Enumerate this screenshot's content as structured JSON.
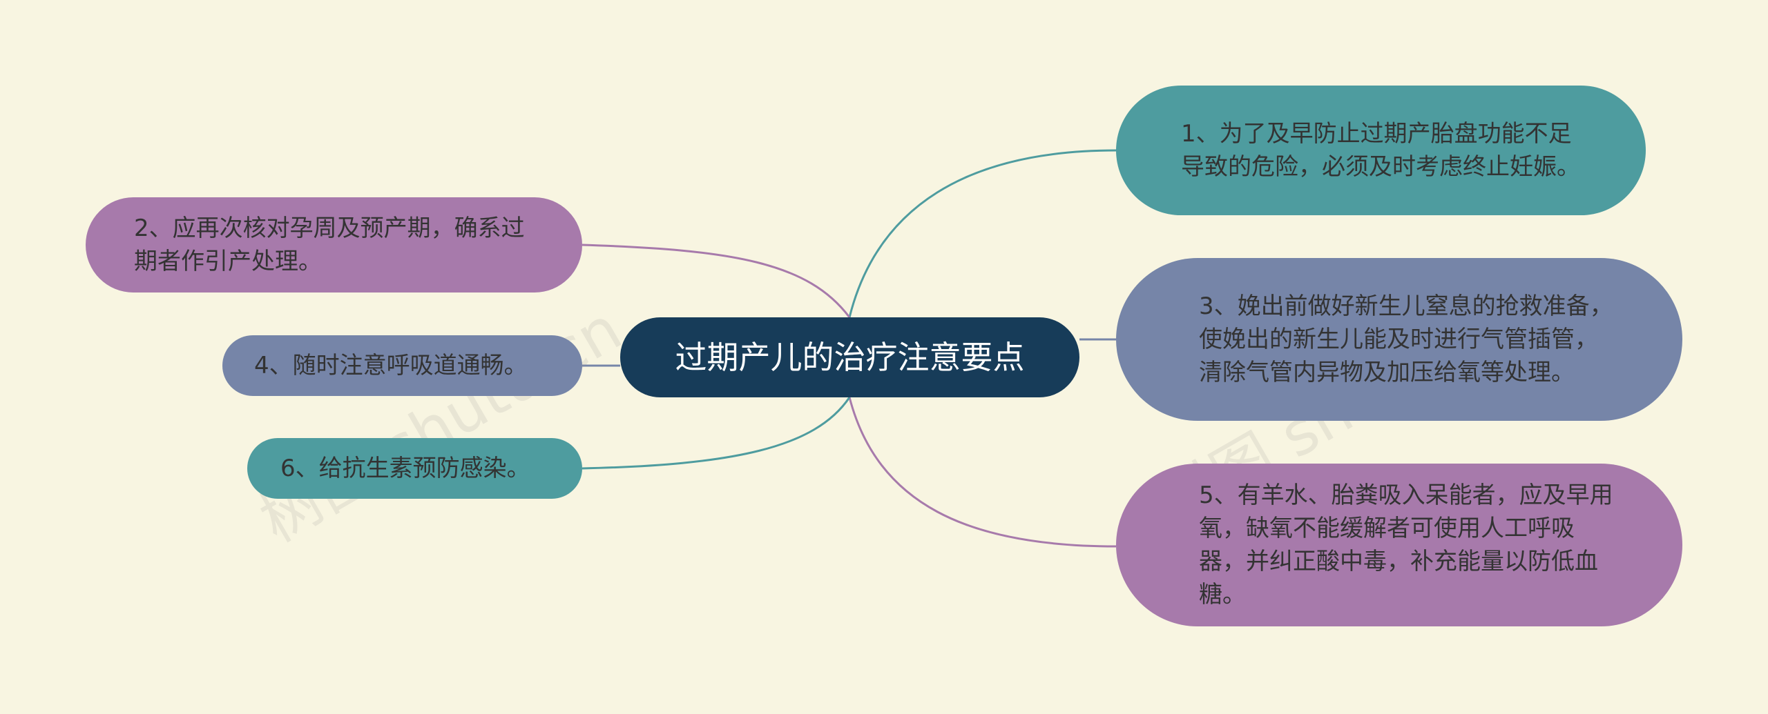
{
  "title": "过期产儿的治疗注意要点",
  "nodes": {
    "n1": "1、为了及早防止过期产胎盘功能不足导致的危险，必须及时考虑终止妊娠。",
    "n2": "2、应再次核对孕周及预产期，确系过期者作引产处理。",
    "n3": "3、娩出前做好新生儿窒息的抢救准备，使娩出的新生儿能及时进行气管插管，清除气管内异物及加压给氧等处理。",
    "n4": "4、随时注意呼吸道通畅。",
    "n5": "5、有羊水、胎粪吸入呆能者，应及早用氧，缺氧不能缓解者可使用人工呼吸器，并纠正酸中毒，补充能量以防低血糖。",
    "n6": "6、给抗生素预防感染。"
  },
  "watermarks": [
    "树图 shutu.cn",
    "树图 shutu.cn"
  ],
  "colors": {
    "background": "#f8f5e1",
    "center": "#173c59",
    "teal": "#4e9c9f",
    "slate": "#7685a8",
    "purple": "#a77aab"
  }
}
